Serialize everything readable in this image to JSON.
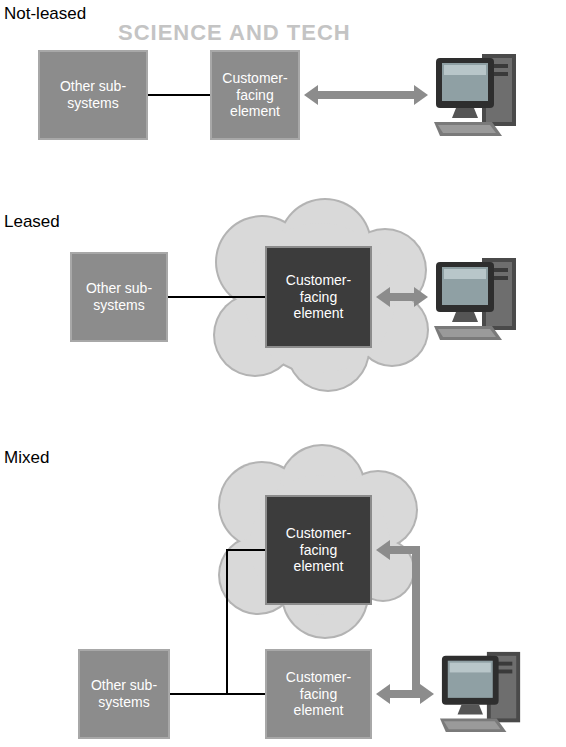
{
  "diagram": {
    "nodes": [
      {
        "text": [
          "Other sub-systems"
        ]
      },
      {
        "text": [
          "Customer-facing element"
        ]
      },
      {
        "text": [
          "Other sub-systems"
        ]
      },
      {
        "text": [
          "Customer-facing element"
        ]
      },
      {
        "text": [
          "Customer-facing element"
        ]
      },
      {
        "text": [
          "Other sub-systems"
        ]
      },
      {
        "text": [
          "Customer-facing element"
        ]
      }
    ],
    "edges": [
      {
        "from": 0,
        "to": 1,
        "arrow": "none"
      },
      {
        "from": 2,
        "to": 3,
        "arrow": "none"
      },
      {
        "from": 5,
        "to": 4,
        "arrow": "none"
      },
      {
        "from": 5,
        "to": 6,
        "arrow": "none"
      }
    ],
    "labels": [
      "Not-leased",
      "SCIENCE AND TECH",
      "Leased",
      "Mixed"
    ]
  }
}
